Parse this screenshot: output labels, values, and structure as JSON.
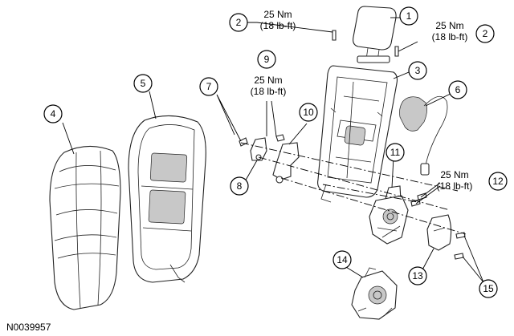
{
  "figure_id": "N0039957",
  "callouts": {
    "c1": "1",
    "c2a": "2",
    "c2b": "2",
    "c3": "3",
    "c4": "4",
    "c5": "5",
    "c6": "6",
    "c7": "7",
    "c8": "8",
    "c9": "9",
    "c10": "10",
    "c11": "11",
    "c12": "12",
    "c13": "13",
    "c14": "14",
    "c15": "15"
  },
  "torque_specs": {
    "headrest_left": {
      "metric": "25 Nm",
      "imperial": "(18 lb-ft)"
    },
    "headrest_right": {
      "metric": "25 Nm",
      "imperial": "(18 lb-ft)"
    },
    "recliner_bolts": {
      "metric": "25 Nm",
      "imperial": "(18 lb-ft)"
    },
    "pivot_bolts": {
      "metric": "25 Nm",
      "imperial": "(18 lb-ft)"
    }
  }
}
